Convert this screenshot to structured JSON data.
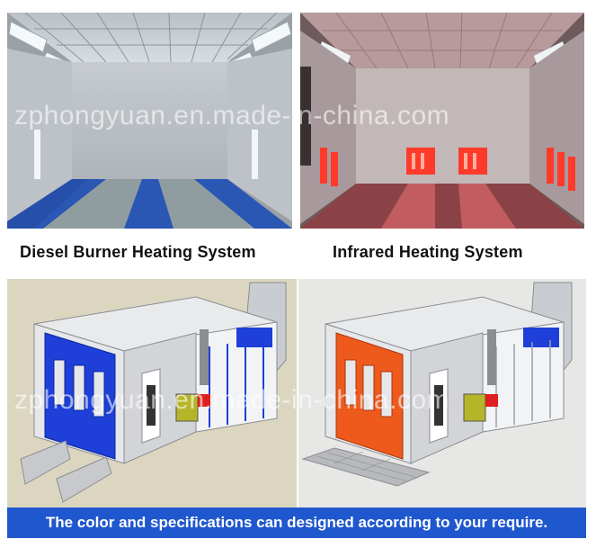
{
  "captions": {
    "diesel": "Diesel Burner Heating System",
    "infrared": "Infrared Heating System"
  },
  "watermark": "zphongyuan.en.made-in-china.com",
  "footer": {
    "text": "The color and specifications can designed according to your require."
  },
  "colors": {
    "banner": "#1f57ce",
    "booth_door_left": "#1e3fd8",
    "booth_door_right": "#ee5a1c",
    "infrared_lamp": "#ff3a2a"
  }
}
